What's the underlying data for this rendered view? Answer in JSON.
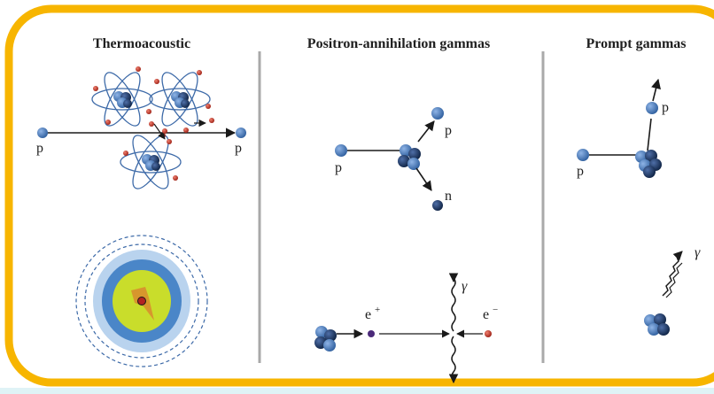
{
  "panels": [
    {
      "title": "Thermoacoustic"
    },
    {
      "title": "Positron-annihilation gammas"
    },
    {
      "title": "Prompt gammas"
    }
  ],
  "labels": {
    "proton": "p",
    "neutron": "n",
    "positron": "e",
    "positron_sup": "+",
    "electron": "e",
    "electron_sup": "−",
    "gamma": "γ"
  },
  "colors": {
    "frame": "#f7b500",
    "divider": "#a9a9a9",
    "nucleon_light": "#4a7fc1",
    "nucleon_dark": "#1d3c6e",
    "electron_red": "#c0392b",
    "positron_purple": "#4b2a7a",
    "zone_outer": "#b9d3ee",
    "zone_mid": "#4a86c8",
    "zone_inner": "#c9dd2b"
  }
}
